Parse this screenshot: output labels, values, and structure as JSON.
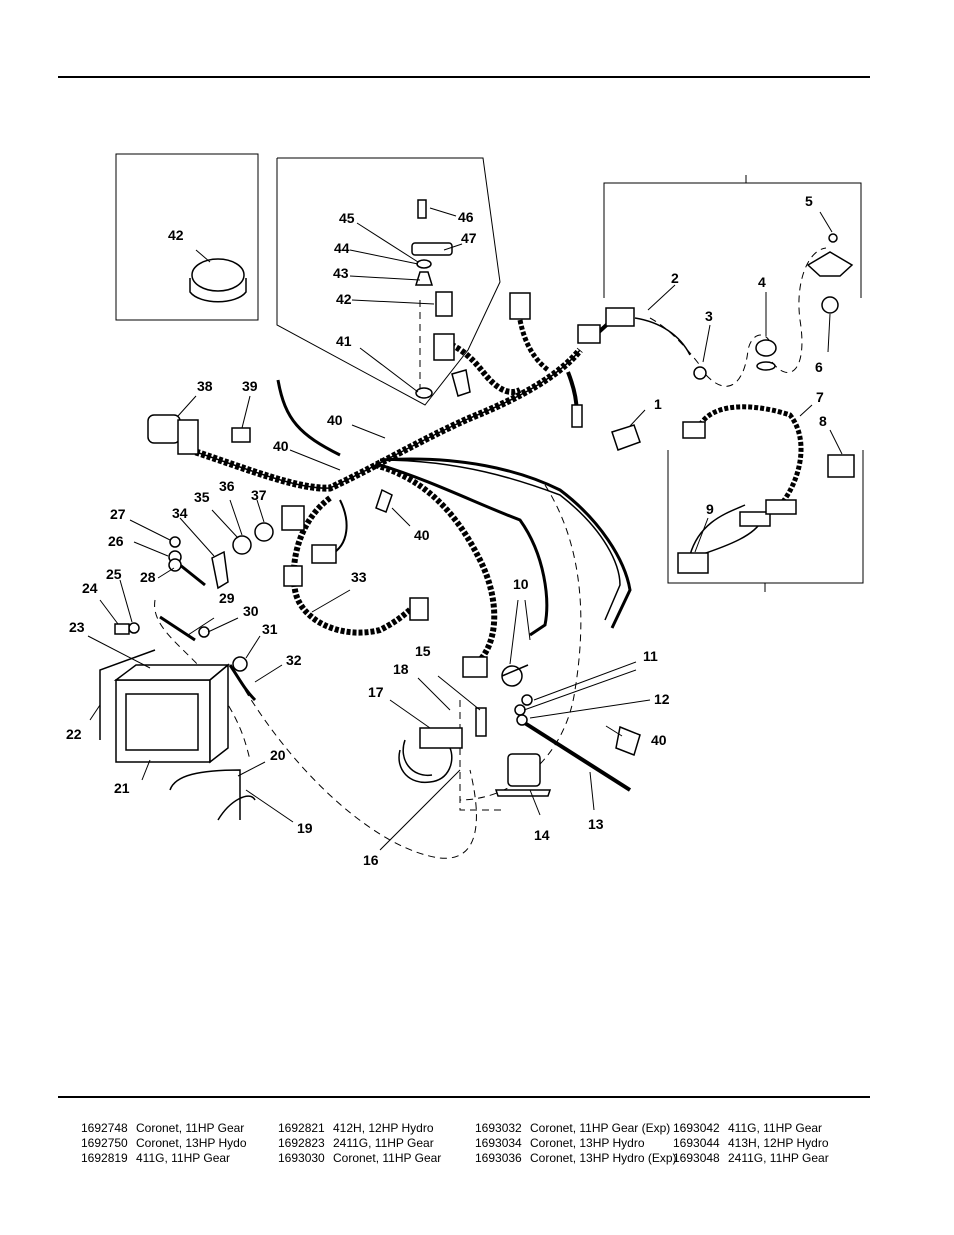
{
  "callouts": [
    "1",
    "2",
    "3",
    "4",
    "5",
    "6",
    "7",
    "8",
    "9",
    "10",
    "11",
    "12",
    "13",
    "14",
    "15",
    "16",
    "17",
    "18",
    "19",
    "20",
    "21",
    "22",
    "23",
    "24",
    "25",
    "26",
    "27",
    "28",
    "29",
    "30",
    "31",
    "32",
    "33",
    "34",
    "35",
    "36",
    "37",
    "38",
    "39",
    "40",
    "40",
    "40",
    "40",
    "41",
    "42",
    "42",
    "43",
    "44",
    "45",
    "46",
    "47"
  ],
  "models": [
    [
      {
        "number": "1692748",
        "name": "Coronet, 11HP Gear"
      },
      {
        "number": "1692750",
        "name": "Coronet, 13HP Hydo"
      },
      {
        "number": "1692819",
        "name": "411G, 11HP Gear"
      }
    ],
    [
      {
        "number": "1692821",
        "name": "412H, 12HP Hydro"
      },
      {
        "number": "1692823",
        "name": "2411G, 11HP Gear"
      },
      {
        "number": "1693030",
        "name": "Coronet, 11HP Gear"
      }
    ],
    [
      {
        "number": "1693032",
        "name": "Coronet, 11HP Gear (Exp)"
      },
      {
        "number": "1693034",
        "name": "Coronet, 13HP Hydro"
      },
      {
        "number": "1693036",
        "name": "Coronet, 13HP Hydro (Exp)"
      }
    ],
    [
      {
        "number": "1693042",
        "name": "411G, 11HP Gear"
      },
      {
        "number": "1693044",
        "name": "413H, 12HP Hydro"
      },
      {
        "number": "1693048",
        "name": "2411G, 11HP Gear"
      }
    ]
  ]
}
